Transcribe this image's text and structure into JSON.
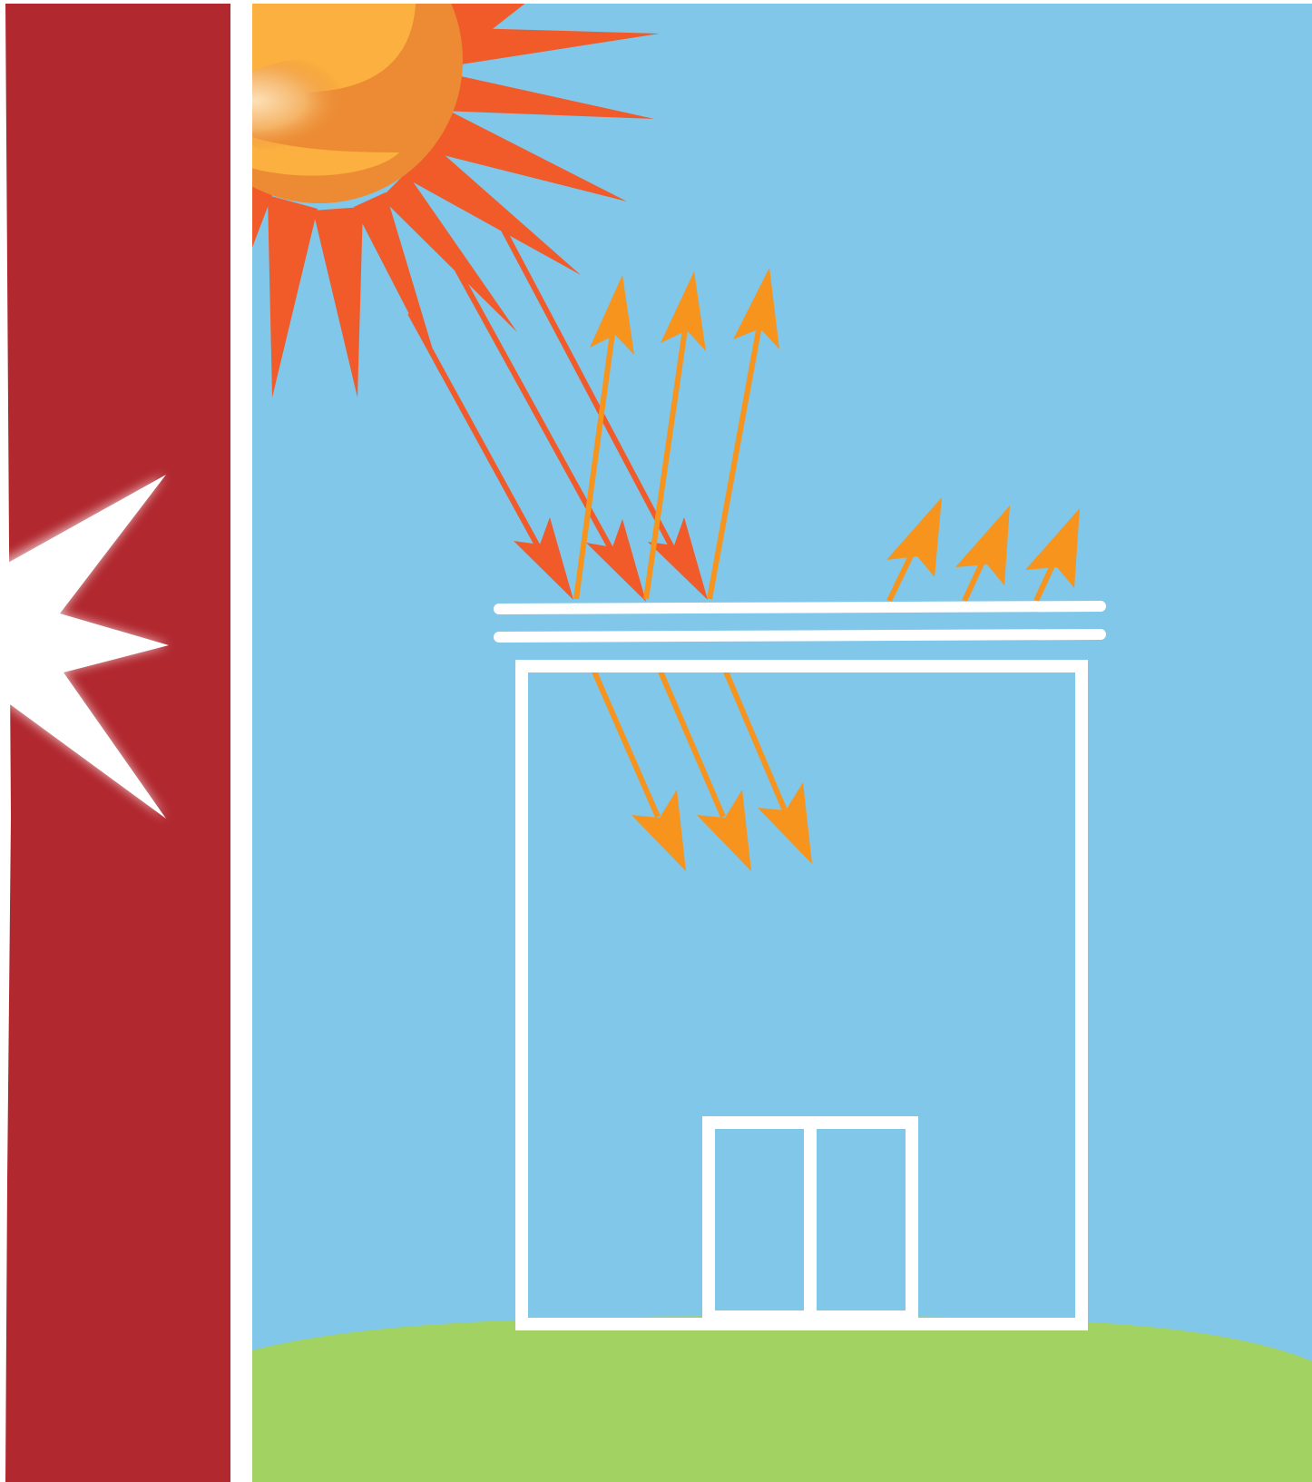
{
  "colors": {
    "background": "#ffffff",
    "brand_bar": "#b1282f",
    "sky": "#80c7e9",
    "grass": "#a2d262",
    "sun_core": "#fbb040",
    "sun_rim": "#ec8b33",
    "sun_rays": "#f15a29",
    "incoming_arrow": "#f15a29",
    "reflected_arrow": "#f7941d",
    "transmitted_arrow": "#f7941d",
    "emitted_arrow": "#f7941d",
    "outline": "#ffffff"
  },
  "icons": {
    "brand_star": "star-burst-icon",
    "sun": "sun-icon",
    "building": "building-icon",
    "door": "double-door-icon"
  },
  "arrow_counts": {
    "incoming_sunlight": 3,
    "reflected_by_roof": 3,
    "transmitted_into_building": 3,
    "emitted_from_roof": 3
  }
}
